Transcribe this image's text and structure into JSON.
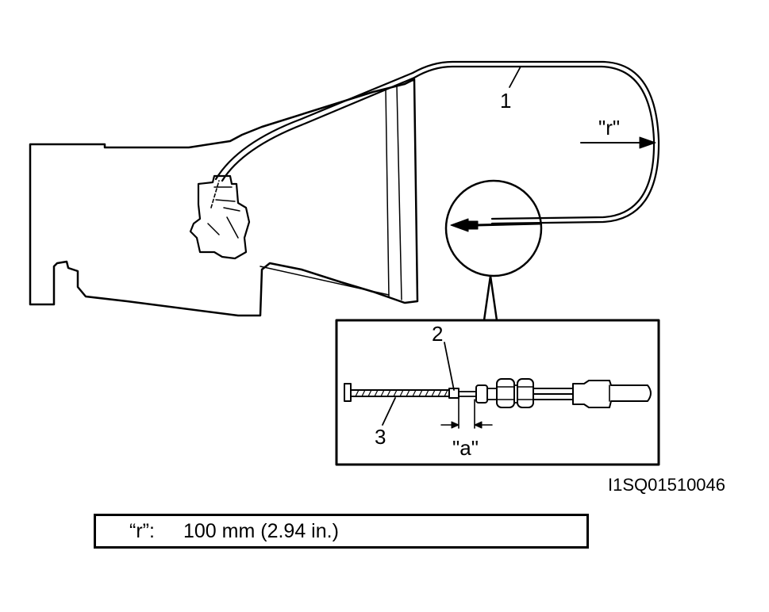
{
  "labels": {
    "callout_1": "1",
    "callout_2": "2",
    "callout_3": "3",
    "dim_r": "\"r\"",
    "dim_a": "\"a\""
  },
  "figure_id": "I1SQ01510046",
  "legend": {
    "key": "“r”:",
    "value": "100 mm (2.94 in.)"
  }
}
